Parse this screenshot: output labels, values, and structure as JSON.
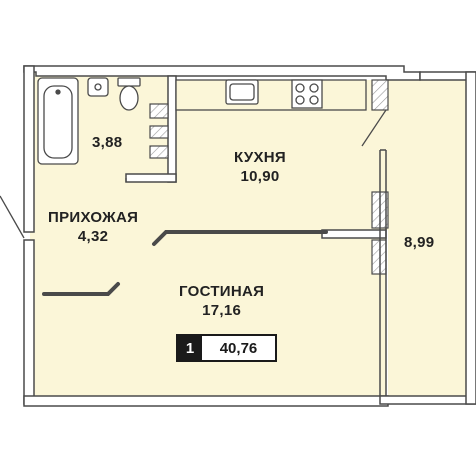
{
  "rooms": {
    "kitchen": {
      "name": "КУХНЯ",
      "area": "10,90"
    },
    "bathroom": {
      "area": "3,88"
    },
    "hallway": {
      "name": "ПРИХОЖАЯ",
      "area": "4,32"
    },
    "living": {
      "name": "ГОСТИНАЯ",
      "area": "17,16"
    },
    "balcony": {
      "area": "8,99"
    }
  },
  "summary": {
    "room_count": "1",
    "total_area": "40,76"
  },
  "colors": {
    "floor": "#fbf6d8",
    "wall": "#4a4a4a",
    "wall_fill": "#ffffff",
    "text": "#222222",
    "badge_dark": "#1a1a1a"
  }
}
